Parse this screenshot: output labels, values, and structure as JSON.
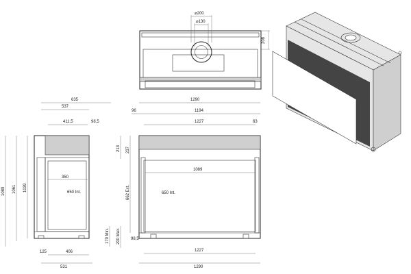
{
  "top_view": {
    "dia_outer": "⌀200",
    "dia_inner": "⌀130",
    "depth": "208"
  },
  "side_view": {
    "overall_width": "635",
    "width_537": "537",
    "width_411": "411,5",
    "offset_98": "98,5",
    "h_1089": "1089",
    "h_1061": "1061",
    "h_1039": "1039",
    "inner_350": "350",
    "inner_650": "650 Int.",
    "base_125": "125",
    "base_406": "406",
    "base_531": "531"
  },
  "front_view": {
    "overall_1290": "1290",
    "d_96": "96",
    "d_1194": "1194",
    "d_1227": "1227",
    "d_63": "63",
    "d_213": "213",
    "d_237": "237",
    "d_1089": "1089",
    "inner_650": "650 Int.",
    "ext_662": "662 Ext.",
    "min_170": "170 Min.",
    "max_200": "200 Max.",
    "base_98": "98,5",
    "bottom_1227": "1227",
    "bottom_1290": "1290"
  }
}
